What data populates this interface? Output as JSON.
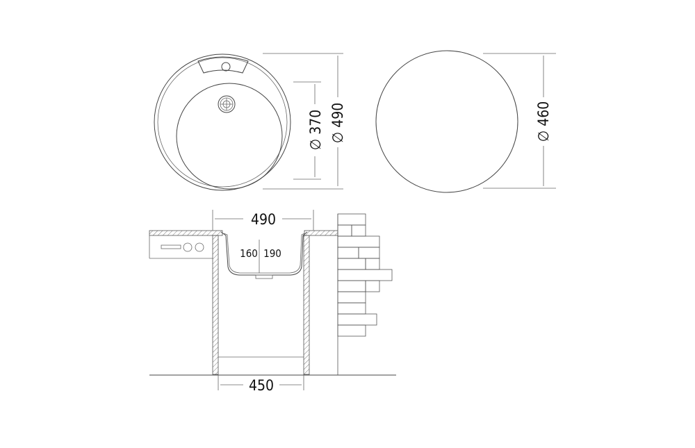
{
  "top_view": {
    "outer_diameter": "∅ 490",
    "bowl_diameter": "∅ 370"
  },
  "cutout": {
    "diameter": "∅ 460"
  },
  "section": {
    "width_top": "490",
    "width_bottom": "450",
    "depth_1": "160",
    "depth_2": "190"
  },
  "colors": {
    "line": "#444444",
    "background": "#ffffff"
  }
}
